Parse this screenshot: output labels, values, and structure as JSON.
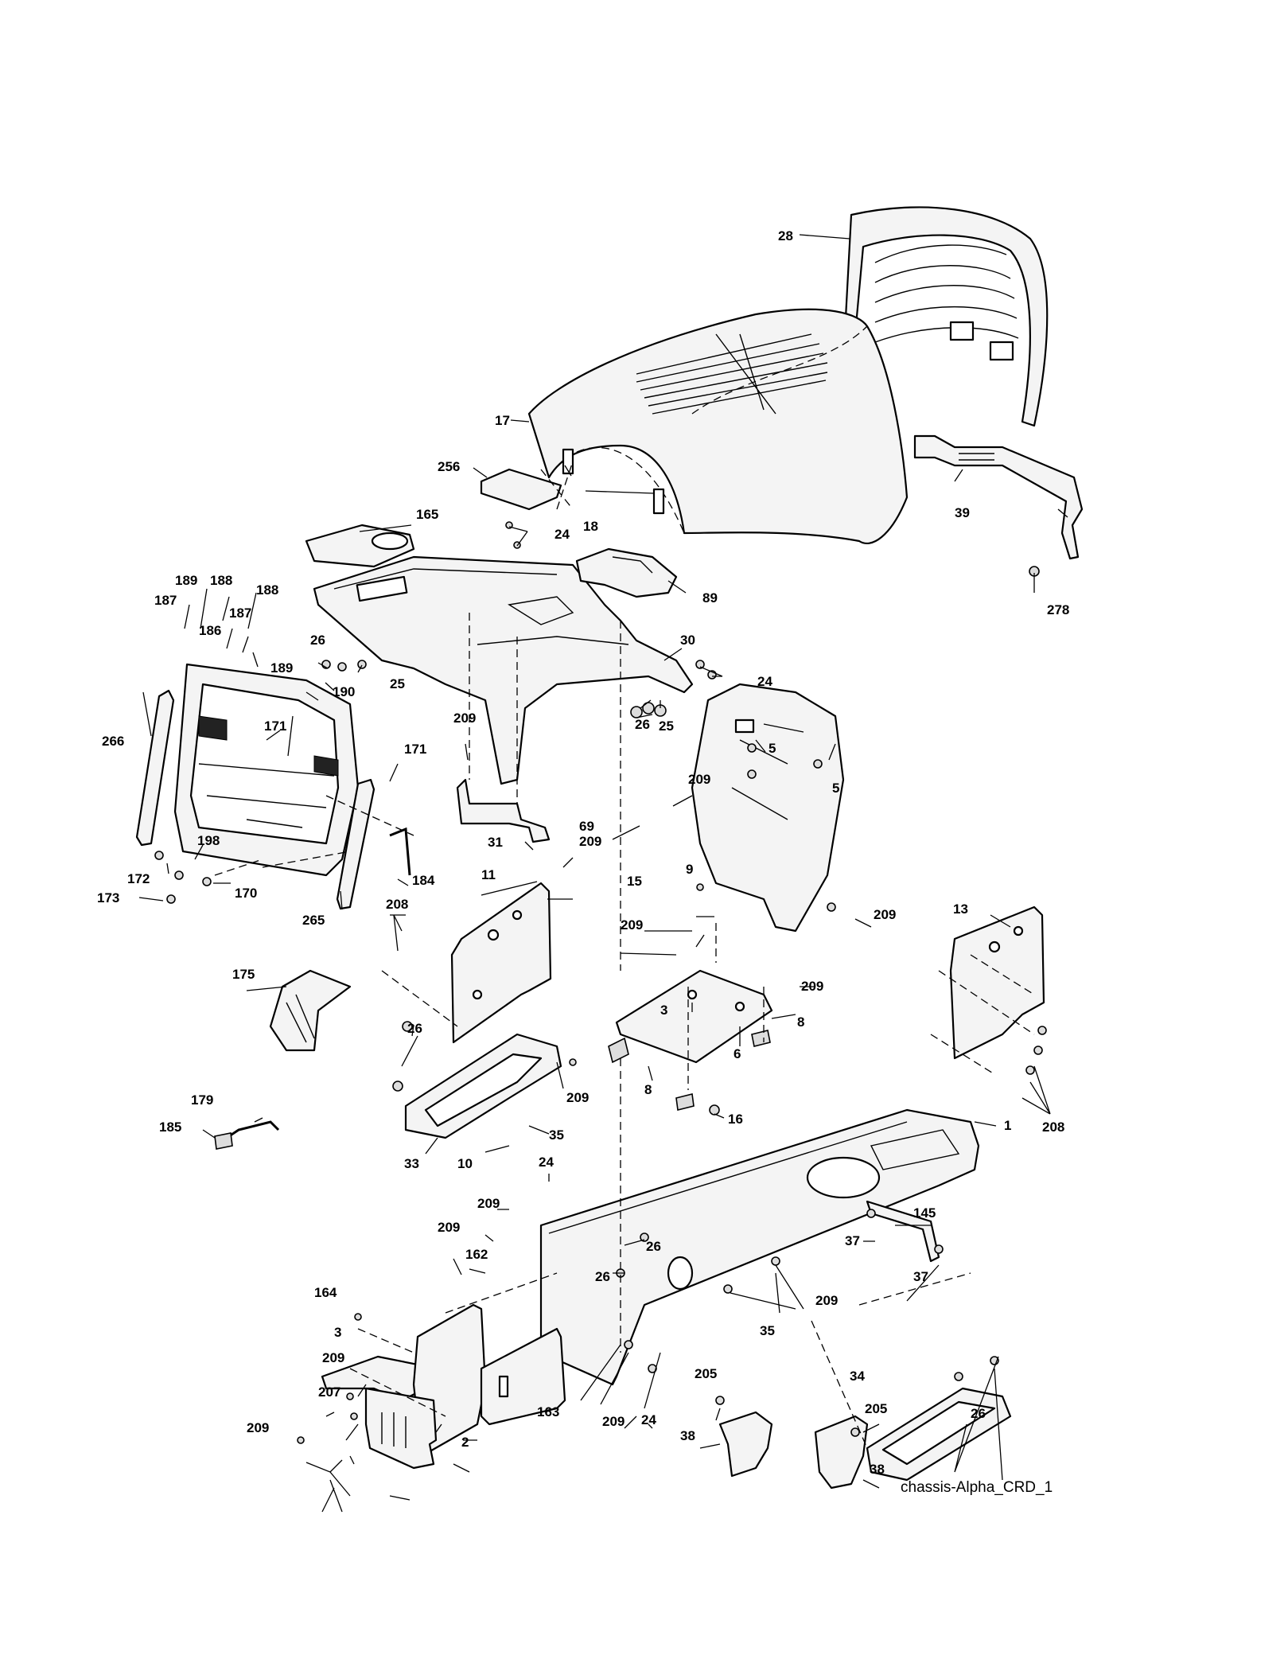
{
  "caption": "chassis-Alpha_CRD_1",
  "callouts": [
    {
      "id": "c28",
      "label": "28"
    },
    {
      "id": "c17",
      "label": "17"
    },
    {
      "id": "c256",
      "label": "256"
    },
    {
      "id": "c18",
      "label": "18"
    },
    {
      "id": "c165",
      "label": "165"
    },
    {
      "id": "c24a",
      "label": "24"
    },
    {
      "id": "c39",
      "label": "39"
    },
    {
      "id": "c278",
      "label": "278"
    },
    {
      "id": "c89",
      "label": "89"
    },
    {
      "id": "c30",
      "label": "30"
    },
    {
      "id": "c24b",
      "label": "24"
    },
    {
      "id": "c189a",
      "label": "189"
    },
    {
      "id": "c188a",
      "label": "188"
    },
    {
      "id": "c187a",
      "label": "187"
    },
    {
      "id": "c188b",
      "label": "188"
    },
    {
      "id": "c187b",
      "label": "187"
    },
    {
      "id": "c186",
      "label": "186"
    },
    {
      "id": "c189b",
      "label": "189"
    },
    {
      "id": "c26a",
      "label": "26"
    },
    {
      "id": "c25a",
      "label": "25"
    },
    {
      "id": "c190",
      "label": "190"
    },
    {
      "id": "c266",
      "label": "266"
    },
    {
      "id": "c171a",
      "label": "171"
    },
    {
      "id": "c171b",
      "label": "171"
    },
    {
      "id": "c209a",
      "label": "209"
    },
    {
      "id": "c26b",
      "label": "26"
    },
    {
      "id": "c25b",
      "label": "25"
    },
    {
      "id": "c5a",
      "label": "5"
    },
    {
      "id": "c5b",
      "label": "5"
    },
    {
      "id": "c209b",
      "label": "209"
    },
    {
      "id": "c69",
      "label": "69"
    },
    {
      "id": "c198",
      "label": "198"
    },
    {
      "id": "c172",
      "label": "172"
    },
    {
      "id": "c173",
      "label": "173"
    },
    {
      "id": "c170",
      "label": "170"
    },
    {
      "id": "c184",
      "label": "184"
    },
    {
      "id": "c31",
      "label": "31"
    },
    {
      "id": "c209c",
      "label": "209"
    },
    {
      "id": "c9",
      "label": "9"
    },
    {
      "id": "c11",
      "label": "11"
    },
    {
      "id": "c15",
      "label": "15"
    },
    {
      "id": "c209d",
      "label": "209"
    },
    {
      "id": "c265",
      "label": "265"
    },
    {
      "id": "c208a",
      "label": "208"
    },
    {
      "id": "c13",
      "label": "13"
    },
    {
      "id": "c209e",
      "label": "209"
    },
    {
      "id": "c209f",
      "label": "209"
    },
    {
      "id": "c175",
      "label": "175"
    },
    {
      "id": "c3a",
      "label": "3"
    },
    {
      "id": "c8a",
      "label": "8"
    },
    {
      "id": "c26c",
      "label": "26"
    },
    {
      "id": "c209g",
      "label": "209"
    },
    {
      "id": "c6",
      "label": "6"
    },
    {
      "id": "c8b",
      "label": "8"
    },
    {
      "id": "c179",
      "label": "179"
    },
    {
      "id": "c185",
      "label": "185"
    },
    {
      "id": "c35a",
      "label": "35"
    },
    {
      "id": "c16",
      "label": "16"
    },
    {
      "id": "c1",
      "label": "1"
    },
    {
      "id": "c208b",
      "label": "208"
    },
    {
      "id": "c33",
      "label": "33"
    },
    {
      "id": "c10",
      "label": "10"
    },
    {
      "id": "c24c",
      "label": "24"
    },
    {
      "id": "c209h",
      "label": "209"
    },
    {
      "id": "c209i",
      "label": "209"
    },
    {
      "id": "c162",
      "label": "162"
    },
    {
      "id": "c26d",
      "label": "26"
    },
    {
      "id": "c26e",
      "label": "26"
    },
    {
      "id": "c145",
      "label": "145"
    },
    {
      "id": "c37a",
      "label": "37"
    },
    {
      "id": "c37b",
      "label": "37"
    },
    {
      "id": "c164",
      "label": "164"
    },
    {
      "id": "c209j",
      "label": "209"
    },
    {
      "id": "c35b",
      "label": "35"
    },
    {
      "id": "c3b",
      "label": "3"
    },
    {
      "id": "c209k",
      "label": "209"
    },
    {
      "id": "c207",
      "label": "207"
    },
    {
      "id": "c34",
      "label": "34"
    },
    {
      "id": "c205a",
      "label": "205"
    },
    {
      "id": "c205b",
      "label": "205"
    },
    {
      "id": "c26f",
      "label": "26"
    },
    {
      "id": "c209l",
      "label": "209"
    },
    {
      "id": "c163",
      "label": "163"
    },
    {
      "id": "c209m",
      "label": "209"
    },
    {
      "id": "c24d",
      "label": "24"
    },
    {
      "id": "c2",
      "label": "2"
    },
    {
      "id": "c38a",
      "label": "38"
    },
    {
      "id": "c38b",
      "label": "38"
    }
  ]
}
